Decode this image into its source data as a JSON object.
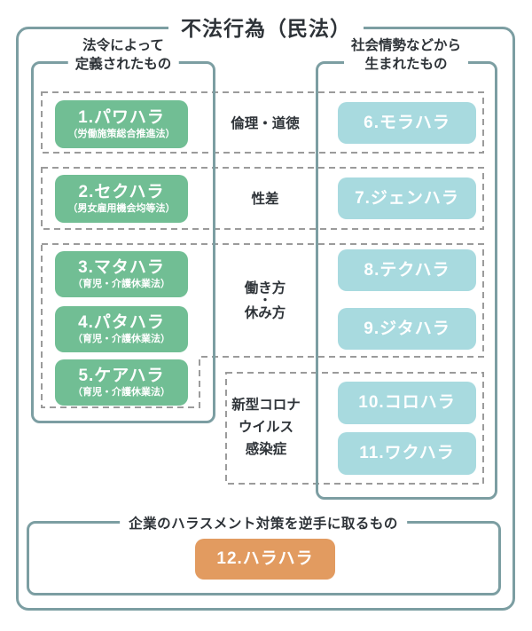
{
  "title": "不法行為（民法）",
  "colors": {
    "border_teal": "#7C9EA2",
    "dashed_gray": "#9B9B9B",
    "green": "#71BE94",
    "teal": "#A8DADF",
    "orange": "#E29B60",
    "text_dark": "#2E3338",
    "button_text": "#FFFFFF"
  },
  "left_group": {
    "title_line1": "法令によって",
    "title_line2": "定義されたもの",
    "items": [
      {
        "label": "1.パワハラ",
        "law": "（労働施策総合推進法）"
      },
      {
        "label": "2.セクハラ",
        "law": "（男女雇用機会均等法）"
      },
      {
        "label": "3.マタハラ",
        "law": "（育児・介護休業法）"
      },
      {
        "label": "4.パタハラ",
        "law": "（育児・介護休業法）"
      },
      {
        "label": "5.ケアハラ",
        "law": "（育児・介護休業法）"
      }
    ]
  },
  "right_group": {
    "title_line1": "社会情勢などから",
    "title_line2": "生まれたもの",
    "items": [
      {
        "label": "6.モラハラ"
      },
      {
        "label": "7.ジェンハラ"
      },
      {
        "label": "8.テクハラ"
      },
      {
        "label": "9.ジタハラ"
      },
      {
        "label": "10.コロハラ"
      },
      {
        "label": "11.ワクハラ"
      }
    ]
  },
  "categories": [
    {
      "lines": [
        "倫理・道徳"
      ]
    },
    {
      "lines": [
        "性差"
      ]
    },
    {
      "lines": [
        "働き方",
        "・",
        "休み方"
      ]
    },
    {
      "lines": [
        "新型コロナ",
        "ウイルス",
        "感染症"
      ]
    }
  ],
  "bottom_group": {
    "title": "企業のハラスメント対策を逆手に取るもの",
    "item": {
      "label": "12.ハラハラ"
    }
  }
}
